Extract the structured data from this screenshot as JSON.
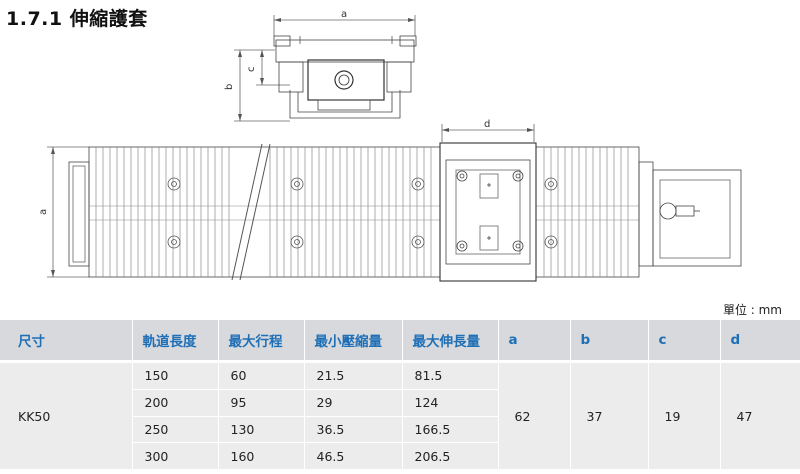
{
  "title": "1.7.1 伸縮護套",
  "drawing": {
    "dim_labels": {
      "top_a": "a",
      "b": "b",
      "c": "c",
      "d": "d",
      "side_a": "a"
    }
  },
  "unit_label": "單位 : mm",
  "table": {
    "headers": [
      "尺寸",
      "軌道長度",
      "最大行程",
      "最小壓縮量",
      "最大伸長量",
      "a",
      "b",
      "c",
      "d"
    ],
    "model": "KK50",
    "rows": [
      [
        "150",
        "60",
        "21.5",
        "81.5"
      ],
      [
        "200",
        "95",
        "29",
        "124"
      ],
      [
        "250",
        "130",
        "36.5",
        "166.5"
      ],
      [
        "300",
        "160",
        "46.5",
        "206.5"
      ]
    ],
    "shared": {
      "a": "62",
      "b": "37",
      "c": "19",
      "d": "47"
    }
  }
}
